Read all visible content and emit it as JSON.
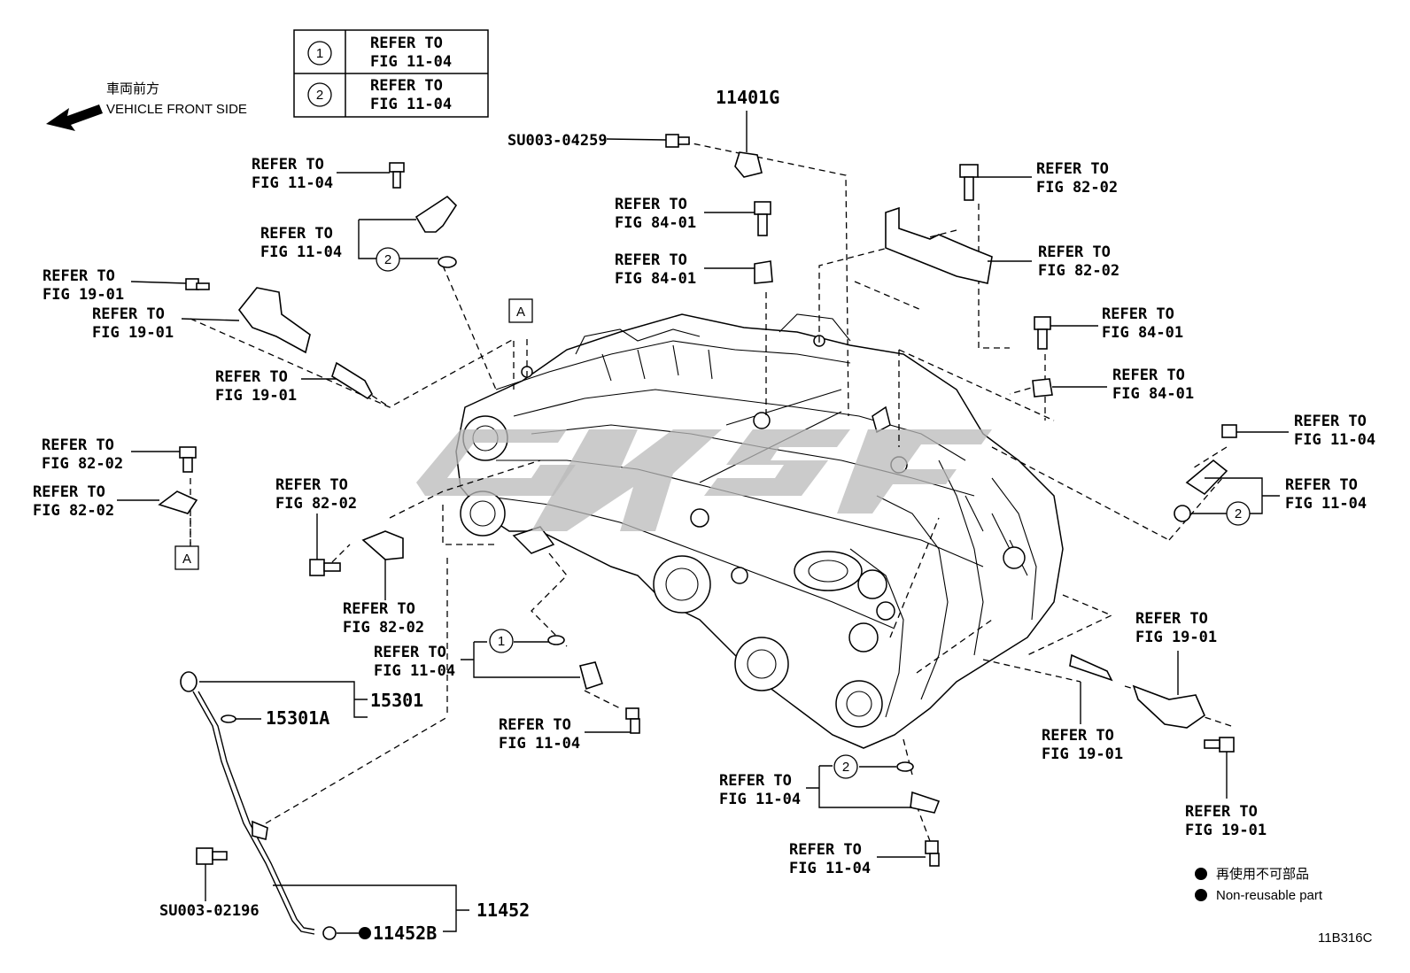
{
  "ref_table": [
    {
      "circle": "1",
      "line1": "REFER TO",
      "line2": "FIG 11-04"
    },
    {
      "circle": "2",
      "line1": "REFER TO",
      "line2": "FIG 11-04"
    }
  ],
  "front": {
    "jp": "車両前方",
    "en": "VEHICLE FRONT SIDE"
  },
  "labels": {
    "p11401g": "11401G",
    "su04259": "SU003-04259",
    "su02196": "SU003-02196",
    "p15301": "15301",
    "p15301a": "15301A",
    "p11452": "11452",
    "p11452b": "11452B",
    "refer": "REFER TO",
    "fig1104": "FIG 11-04",
    "fig1901": "FIG 19-01",
    "fig8202": "FIG 82-02",
    "fig8401": "FIG 84-01",
    "box_a": "A",
    "circle1": "1",
    "circle2": "2"
  },
  "legend": {
    "jp": "再使用不可部品",
    "en": "Non-reusable part"
  },
  "code": "11B316C"
}
